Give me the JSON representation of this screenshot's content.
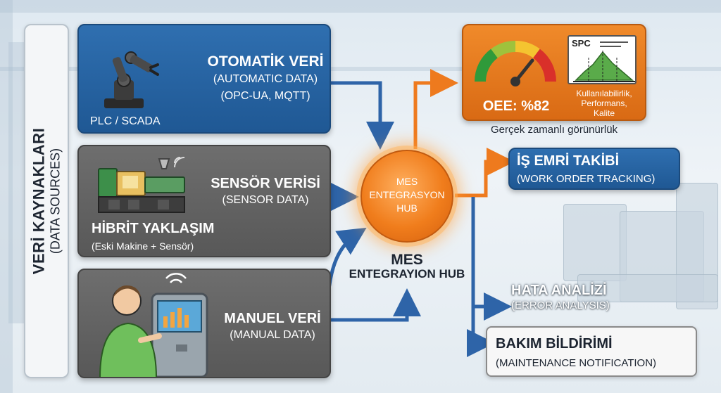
{
  "sidebar": {
    "title": "VERİ KAYNAKLARI",
    "subtitle": "(DATA SOURCES)"
  },
  "sources": {
    "automatic": {
      "label": "PLC / SCADA",
      "title": "OTOMATİK VERİ",
      "subtitle": "(AUTOMATIC DATA)",
      "protocols": "(OPC-UA, MQTT)"
    },
    "sensor": {
      "title": "SENSÖR VERİSİ",
      "subtitle": "(SENSOR DATA)",
      "approach": "HİBRİT YAKLAŞIM",
      "approach_detail": "(Eski Makine + Sensör)"
    },
    "manual": {
      "title": "MANUEL VERİ",
      "subtitle": "(MANUAL DATA)"
    }
  },
  "hub": {
    "line1": "MES",
    "line2": "ENTEGRASYON",
    "line3": "HUB",
    "caption1": "MES",
    "caption2": "ENTEGRAYION HUB"
  },
  "outputs": {
    "oee": {
      "value": "OEE: %82",
      "spc_label": "SPC",
      "metrics": [
        "Kullanılabilirlik,",
        "Performans,",
        "Kalite"
      ],
      "caption": "Gerçek zamanlı görünürlük"
    },
    "work_order": {
      "title": "İŞ EMRİ TAKİBİ",
      "subtitle": "(WORK ORDER TRACKING)"
    },
    "error": {
      "title": "HATA ANALİZİ",
      "subtitle": "(ERROR ANALYSIS)"
    },
    "maintenance": {
      "title": "BAKIM BİLDİRİMİ",
      "subtitle": "(MAINTENANCE NOTIFICATION)"
    }
  },
  "colors": {
    "blue": "#2f6fb0",
    "orange": "#f07d1c",
    "gray": "#5f5f5f",
    "arrow_blue": "#2e64a8",
    "arrow_orange": "#ee7a1e"
  }
}
